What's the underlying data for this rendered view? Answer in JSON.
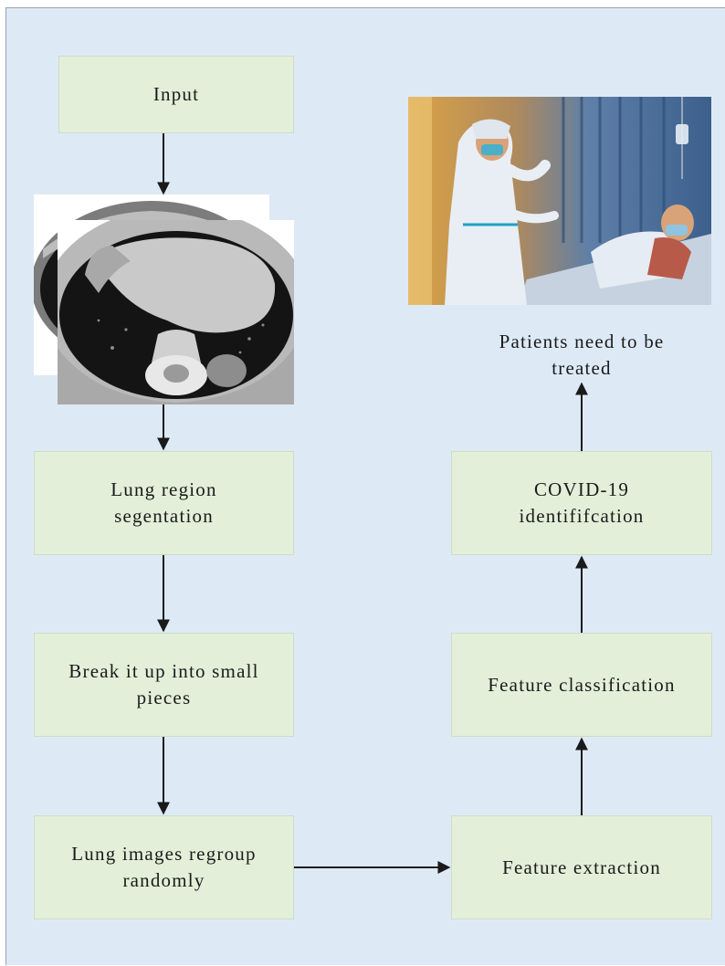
{
  "nodes": {
    "input": "Input",
    "lung_segmentation_line1": "Lung region",
    "lung_segmentation_line2": "segentation",
    "break_up_line1": "Break it up into small",
    "break_up_line2": "pieces",
    "regroup_line1": "Lung images regroup",
    "regroup_line2": "randomly",
    "feature_extraction": "Feature extraction",
    "feature_classification": "Feature classification",
    "covid_line1": "COVID-19",
    "covid_line2": "identififcation",
    "patients_line1": "Patients need to be",
    "patients_line2": "treated"
  },
  "colors": {
    "background": "#ddeaf6",
    "box_fill": "#e3efd9",
    "arrow": "#1a1a1a"
  },
  "images": {
    "ct_scans": "ct-scan-stack",
    "hospital": "hospital-illustration"
  }
}
